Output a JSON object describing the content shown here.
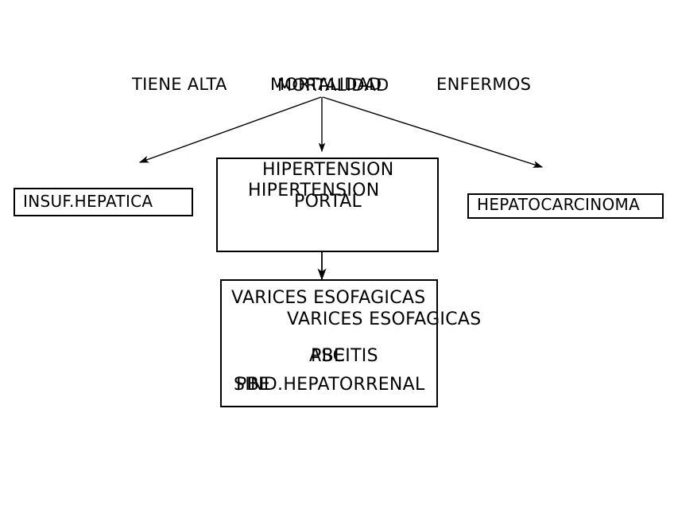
{
  "diagram": {
    "title_line": {
      "left_label": "TIENE ALTA",
      "center_label": "MORTALIDAD",
      "center_label_shadow": "MORTALIDAD",
      "right_label": "ENFERMOS"
    },
    "nodes": [
      {
        "id": "insuf-hepatica",
        "label": "INSUF.HEPATICA",
        "shape": "rectangle"
      },
      {
        "id": "hipertension-portal",
        "label_line_1": "HIPERTENSION",
        "label_line_2": "HIPERTENSION",
        "label_line_3": "PORTAL",
        "shape": "rectangle"
      },
      {
        "id": "hepatocarcinoma",
        "label": "HEPATOCARCINOMA",
        "shape": "rectangle"
      },
      {
        "id": "complicaciones",
        "label_line_1": "VARICES ESOFAGICAS",
        "label_line_2": "VARICES ESOFAGICAS",
        "label_line_3a": "PBE",
        "label_line_3b": "ASCITIS",
        "label_line_4a": "PBE",
        "label_line_4b": "SIND.HEPATORRENAL",
        "shape": "rectangle"
      }
    ],
    "connectors": [
      {
        "id": "arrow-to-insuf-hepatica",
        "from": "hub",
        "to": "insuf-hepatica",
        "style": "single-arrow"
      },
      {
        "id": "arrow-to-hipertension-portal",
        "from": "hub",
        "to": "hipertension-portal",
        "style": "single-arrow"
      },
      {
        "id": "arrow-to-hepatocarcinoma",
        "from": "hub",
        "to": "hepatocarcinoma",
        "style": "single-arrow"
      },
      {
        "id": "arrow-to-complicaciones",
        "from": "hipertension-portal",
        "to": "complicaciones",
        "style": "single-arrow"
      }
    ],
    "colors": {
      "stroke": "#000000",
      "background": "#ffffff",
      "text": "#000000"
    }
  }
}
